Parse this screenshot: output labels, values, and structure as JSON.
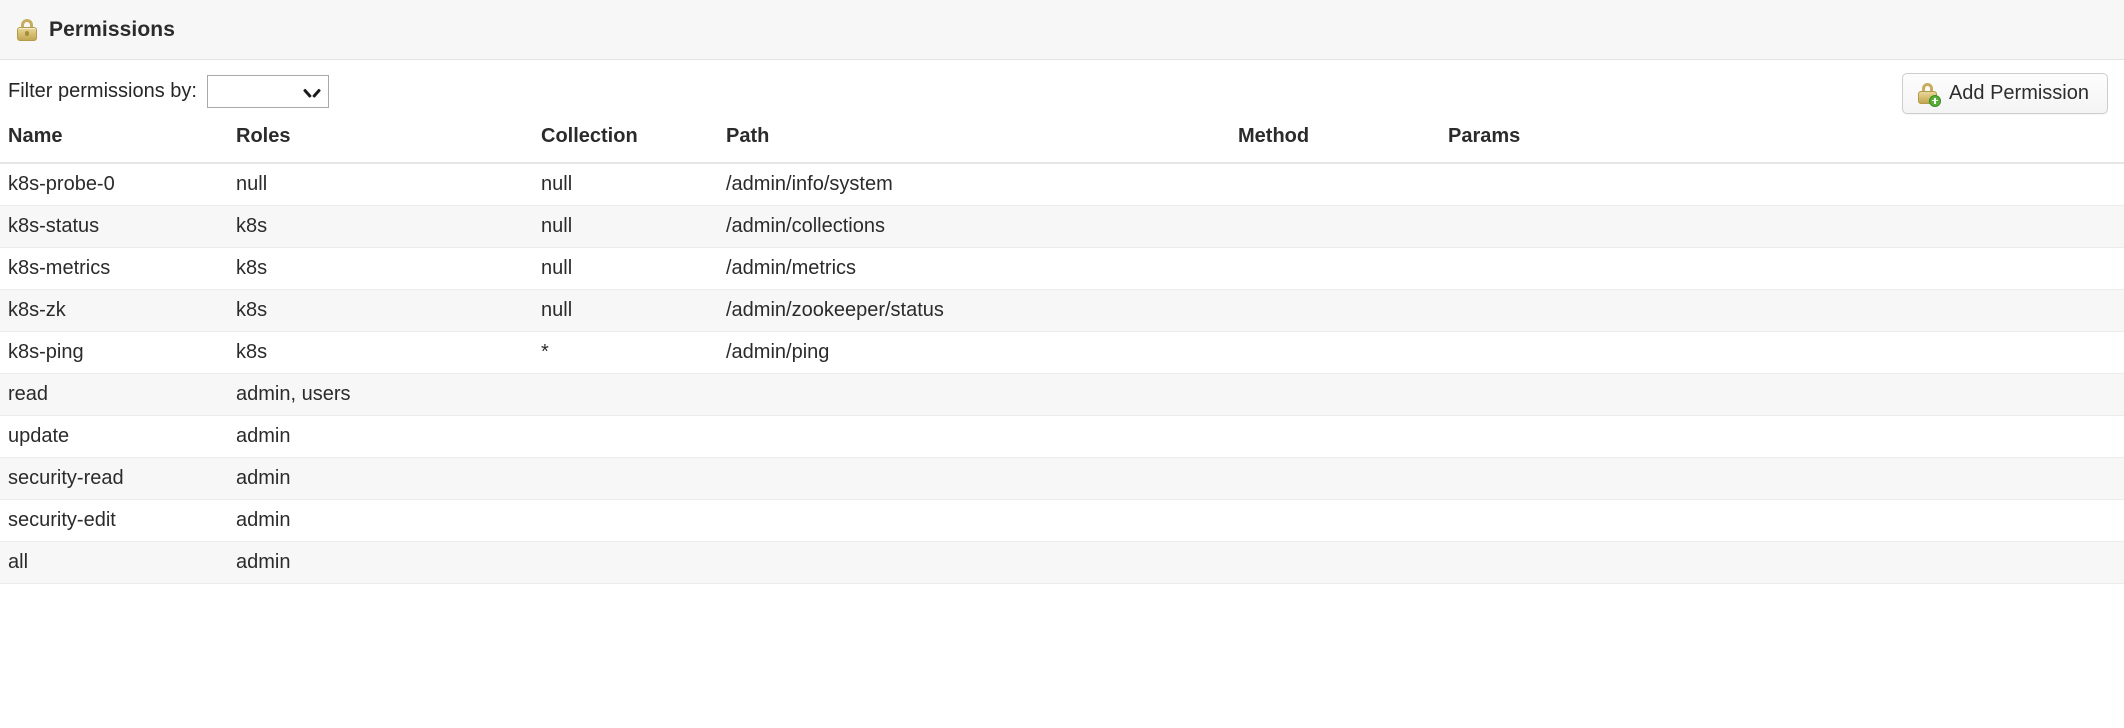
{
  "header": {
    "title": "Permissions",
    "icon": "lock-icon"
  },
  "toolbar": {
    "filter_label": "Filter permissions by:",
    "filter_value": "",
    "filter_placeholder": "",
    "dropdown_icon": "chevron-down-icon",
    "add_button_label": "Add Permission",
    "add_button_icon": "lock-add-icon"
  },
  "table": {
    "columns": [
      "Name",
      "Roles",
      "Collection",
      "Path",
      "Method",
      "Params"
    ],
    "rows": [
      {
        "name": "k8s-probe-0",
        "roles": "null",
        "collection": "null",
        "path": "/admin/info/system",
        "method": "",
        "params": ""
      },
      {
        "name": "k8s-status",
        "roles": "k8s",
        "collection": "null",
        "path": "/admin/collections",
        "method": "",
        "params": ""
      },
      {
        "name": "k8s-metrics",
        "roles": "k8s",
        "collection": "null",
        "path": "/admin/metrics",
        "method": "",
        "params": ""
      },
      {
        "name": "k8s-zk",
        "roles": "k8s",
        "collection": "null",
        "path": "/admin/zookeeper/status",
        "method": "",
        "params": ""
      },
      {
        "name": "k8s-ping",
        "roles": "k8s",
        "collection": "*",
        "path": "/admin/ping",
        "method": "",
        "params": ""
      },
      {
        "name": "read",
        "roles": "admin, users",
        "collection": "",
        "path": "",
        "method": "",
        "params": ""
      },
      {
        "name": "update",
        "roles": "admin",
        "collection": "",
        "path": "",
        "method": "",
        "params": ""
      },
      {
        "name": "security-read",
        "roles": "admin",
        "collection": "",
        "path": "",
        "method": "",
        "params": ""
      },
      {
        "name": "security-edit",
        "roles": "admin",
        "collection": "",
        "path": "",
        "method": "",
        "params": ""
      },
      {
        "name": "all",
        "roles": "admin",
        "collection": "",
        "path": "",
        "method": "",
        "params": ""
      }
    ]
  },
  "colors": {
    "header_bg": "#f7f7f7",
    "stripe_bg": "#f7f7f7",
    "text": "#2b2b2b",
    "border": "#e6e6e6",
    "lock_gold": "#d8c175",
    "plus_green": "#57b036"
  }
}
